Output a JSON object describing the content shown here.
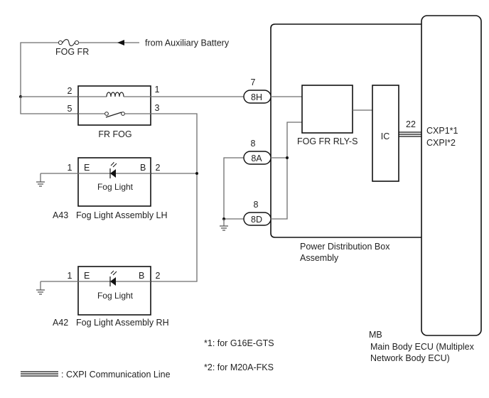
{
  "fuse": {
    "label": "FOG FR",
    "source_label": "from Auxiliary Battery"
  },
  "relay": {
    "label": "FR FOG",
    "pins": {
      "coil_in": "2",
      "coil_out": "1",
      "switch_in": "5",
      "switch_out": "3"
    }
  },
  "fog_lights": [
    {
      "id": "A43",
      "name": "Fog Light Assembly LH",
      "inner_label": "Fog Light",
      "pin_e": "1",
      "pin_b": "2",
      "term_e": "E",
      "term_b": "B"
    },
    {
      "id": "A42",
      "name": "Fog Light Assembly RH",
      "inner_label": "Fog Light",
      "pin_e": "1",
      "pin_b": "2",
      "term_e": "E",
      "term_b": "B"
    }
  ],
  "pdb": {
    "label_line1": "Power Distribution Box",
    "label_line2": "Assembly",
    "relay_label": "FOG FR RLY-S",
    "ic_label": "IC",
    "connectors": [
      {
        "name": "8H",
        "pin": "7"
      },
      {
        "name": "8A",
        "pin": "8"
      },
      {
        "name": "8D",
        "pin": "8"
      }
    ],
    "cxpi_pin": "22"
  },
  "mb": {
    "code": "MB",
    "name_line1": "Main Body ECU (Multiplex",
    "name_line2": "Network Body ECU)",
    "signal_line1": "CXP1*1",
    "signal_line2": "CXPI*2"
  },
  "notes": [
    "*1: for G16E-GTS",
    "*2: for M20A-FKS"
  ],
  "legend": {
    "cxpi_label": ": CXPI Communication Line"
  }
}
